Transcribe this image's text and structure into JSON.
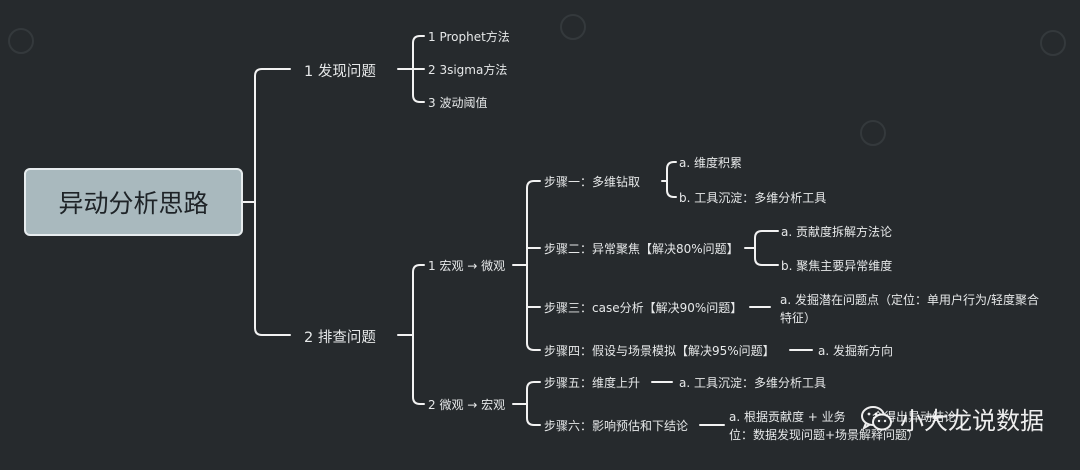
{
  "root": {
    "label": "异动分析思路"
  },
  "branches": [
    {
      "label": "1 发现问题",
      "children": [
        {
          "label": "1 Prophet方法"
        },
        {
          "label": "2 3sigma方法"
        },
        {
          "label": "3 波动阈值"
        }
      ]
    },
    {
      "label": "2 排查问题",
      "children": [
        {
          "label": "1 宏观 → 微观",
          "steps": [
            {
              "label": "步骤一：多维钻取",
              "items": [
                "a. 维度积累",
                "b. 工具沉淀：多维分析工具"
              ]
            },
            {
              "label": "步骤二：异常聚焦【解决80%问题】",
              "items": [
                "a. 贡献度拆解方法论",
                "b. 聚焦主要异常维度"
              ]
            },
            {
              "label": "步骤三：case分析【解决90%问题】",
              "items": [
                "a. 发掘潜在问题点（定位：单用户行为/轻度聚合",
                "特征）"
              ]
            },
            {
              "label": "步骤四：假设与场景模拟【解决95%问题】",
              "items": [
                "a. 发掘新方向"
              ]
            }
          ]
        },
        {
          "label": "2 微观 → 宏观",
          "steps": [
            {
              "label": "步骤五：维度上升",
              "items": [
                "a. 工具沉淀：多维分析工具"
              ]
            },
            {
              "label": "步骤六：影响预估和下结论",
              "items": [
                "a. 根据贡献度 + 业务",
                "会得出异动结论",
                "位：数据发现问题+场景解释问题）"
              ]
            }
          ]
        }
      ]
    }
  ],
  "watermark": {
    "icon": "wechat-icon",
    "text": "小大龙说数据"
  },
  "colors": {
    "background": "#262a2d",
    "line": "#f2f2f2",
    "root_fill": "#a9b9be",
    "root_border": "#e7ecee",
    "text": "#e6e8e9"
  }
}
